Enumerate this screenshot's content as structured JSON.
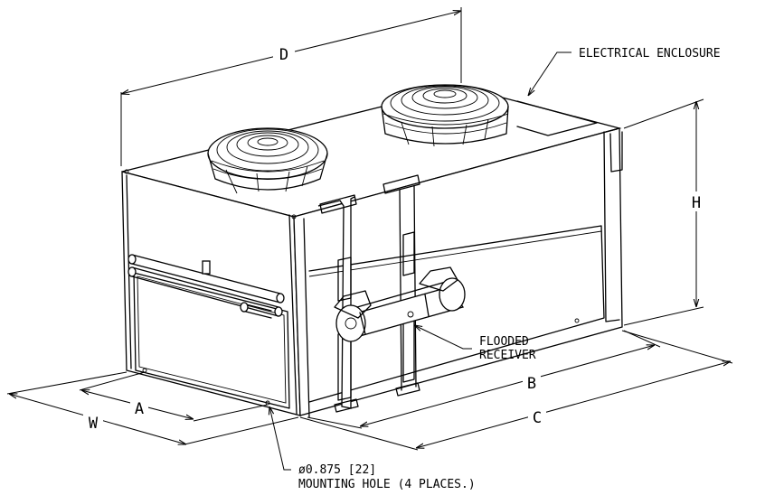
{
  "labels": {
    "electrical_enclosure": "ELECTRICAL ENCLOSURE",
    "flooded_line1": "FLOODED",
    "flooded_line2": "RECEIVER",
    "mount_line1": "ø0.875 [22]",
    "mount_line2": "MOUNTING HOLE (4 PLACES.)"
  },
  "dimensions": {
    "d": "D",
    "h": "H",
    "b": "B",
    "c": "C",
    "a": "A",
    "w": "W"
  },
  "colors": {
    "line": "#000000",
    "background": "#ffffff"
  }
}
